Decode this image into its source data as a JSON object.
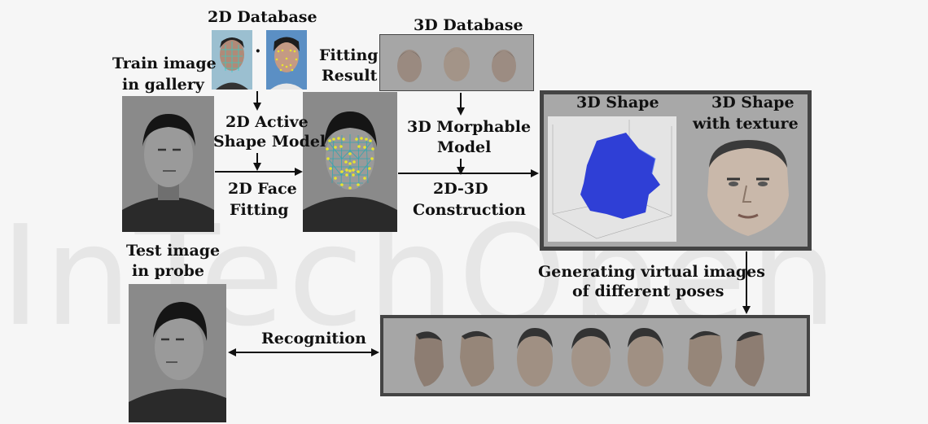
{
  "labels": {
    "db2d": "2D Database",
    "db3d": "3D Database",
    "train_line1": "Train image",
    "train_line2": "in gallery",
    "fitting_line1": "Fitting",
    "fitting_line2": "Result",
    "asm_line1": "2D Active",
    "asm_line2": "Shape Model",
    "face_fit_line1": "2D Face",
    "face_fit_line2": "Fitting",
    "morph_line1": "3D Morphable",
    "morph_line2": "Model",
    "construct_line1": "2D-3D",
    "construct_line2": "Construction",
    "shape3d": "3D Shape",
    "shape_tex_line1": "3D Shape",
    "shape_tex_line2": "with texture",
    "test_line1": "Test image",
    "test_line2": "in probe",
    "virtual_line1": "Generating virtual images",
    "virtual_line2": "of different poses",
    "recognition": "Recognition",
    "dots": "·"
  },
  "colors": {
    "arrow": "#111111",
    "landmark": "#e8e430",
    "mesh": "#2fa6b0",
    "shape_blue": "#2f3fd6",
    "panel_gray": "#a6a6a6",
    "panel_dark": "#444444"
  }
}
